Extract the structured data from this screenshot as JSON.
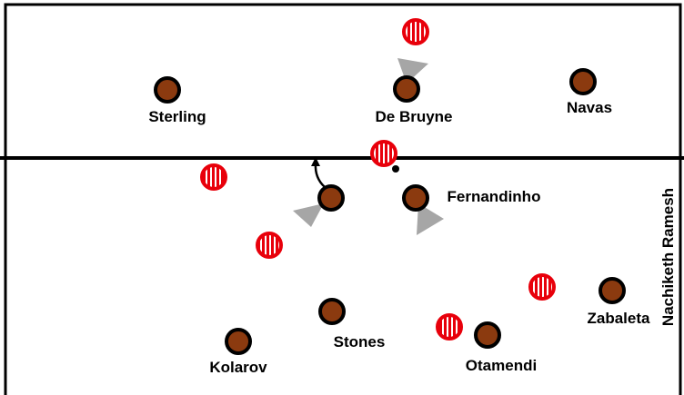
{
  "title": "Tactical diagram",
  "author_credit": "Nachiketh Ramesh",
  "colors": {
    "team": "#8B3A0F",
    "team_outline": "#000000",
    "opponent": "#E8000B",
    "cone": "#A6A6A6"
  },
  "players": [
    {
      "name": "Sterling"
    },
    {
      "name": "De Bruyne"
    },
    {
      "name": "Navas"
    },
    {
      "name": "Fernandinho"
    },
    {
      "name": "Stones"
    },
    {
      "name": "Kolarov"
    },
    {
      "name": "Otamendi"
    },
    {
      "name": "Zabaleta"
    }
  ]
}
